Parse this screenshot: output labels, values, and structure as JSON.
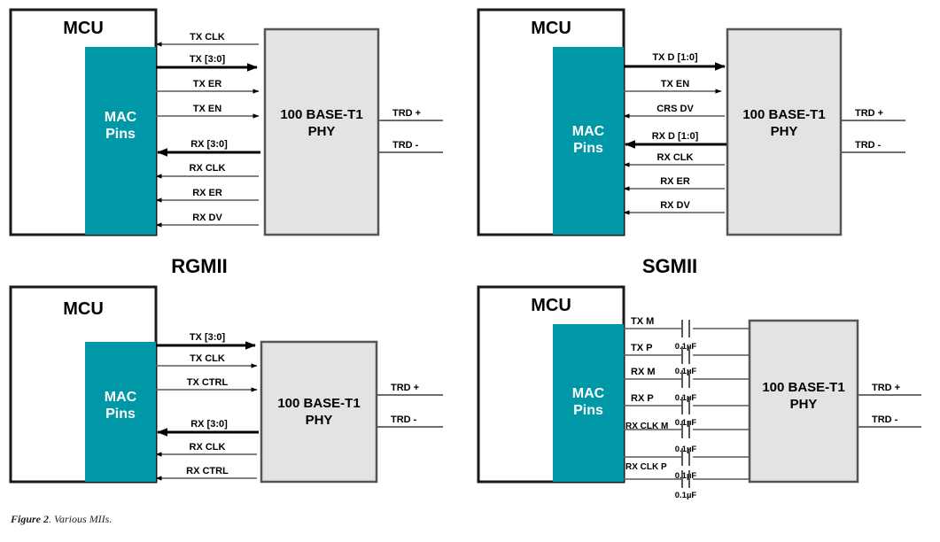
{
  "figure": {
    "caption_bold": "Figure 2",
    "caption_rest": ". Various MIIs."
  },
  "colors": {
    "mac_teal": "#0097A7",
    "phy_gray": "#E3E3E3",
    "box_border": "#1a1a1a",
    "thin_line": "#58595b",
    "thick_line": "#000000",
    "caption_text": "#231f20"
  },
  "common": {
    "mcu_title": "MCU",
    "mac_line1": "MAC",
    "mac_line2": "Pins",
    "phy_line1": "100 BASE-T1",
    "phy_line2": "PHY",
    "trd_plus": "TRD   +",
    "trd_minus": "TRD   -"
  },
  "diagrams": [
    {
      "id": "mii",
      "title": "",
      "signals": [
        {
          "label": "TX CLK",
          "dir": "left",
          "weight": "thin"
        },
        {
          "label": "TX  [3:0]",
          "dir": "right",
          "weight": "thick"
        },
        {
          "label": "TX ER",
          "dir": "right",
          "weight": "thin"
        },
        {
          "label": "TX EN",
          "dir": "right",
          "weight": "thin"
        },
        {
          "label": "RX  [3:0]",
          "dir": "left",
          "weight": "thick"
        },
        {
          "label": "RX CLK",
          "dir": "left",
          "weight": "thin"
        },
        {
          "label": "RX ER",
          "dir": "left",
          "weight": "thin"
        },
        {
          "label": "RX DV",
          "dir": "left",
          "weight": "thin"
        }
      ]
    },
    {
      "id": "rmii",
      "title": "",
      "signals": [
        {
          "label": "TX D   [1:0]",
          "dir": "right",
          "weight": "thick"
        },
        {
          "label": "TX EN",
          "dir": "right",
          "weight": "thin"
        },
        {
          "label": "CRS DV",
          "dir": "left",
          "weight": "thin"
        },
        {
          "label": "RX D   [1:0]",
          "dir": "left",
          "weight": "thick"
        },
        {
          "label": "RX CLK",
          "dir": "left",
          "weight": "thin"
        },
        {
          "label": "RX ER",
          "dir": "left",
          "weight": "thin"
        },
        {
          "label": "RX DV",
          "dir": "left",
          "weight": "thin"
        }
      ]
    },
    {
      "id": "rgmii",
      "title": "RGMII",
      "signals": [
        {
          "label": "TX  [3:0]",
          "dir": "right",
          "weight": "thick"
        },
        {
          "label": "TX CLK",
          "dir": "right",
          "weight": "thin"
        },
        {
          "label": "TX CTRL",
          "dir": "right",
          "weight": "thin"
        },
        {
          "label": "RX  [3:0]",
          "dir": "left",
          "weight": "thick"
        },
        {
          "label": "RX CLK",
          "dir": "left",
          "weight": "thin"
        },
        {
          "label": "RX CTRL",
          "dir": "left",
          "weight": "thin"
        }
      ]
    },
    {
      "id": "sgmii",
      "title": "SGMII",
      "cap_value": "0.1µF",
      "signals": [
        {
          "label": "TX M",
          "dir": "none",
          "weight": "thin",
          "cap": true
        },
        {
          "label": "TX P",
          "dir": "none",
          "weight": "thin",
          "cap": true
        },
        {
          "label": "RX M",
          "dir": "none",
          "weight": "thin",
          "cap": true
        },
        {
          "label": "RX P",
          "dir": "none",
          "weight": "thin",
          "cap": true
        },
        {
          "label": "RX CLK M",
          "dir": "none",
          "weight": "thin",
          "cap": true
        },
        {
          "label": "RX CLK P",
          "dir": "none",
          "weight": "thin",
          "cap": true
        }
      ]
    }
  ]
}
